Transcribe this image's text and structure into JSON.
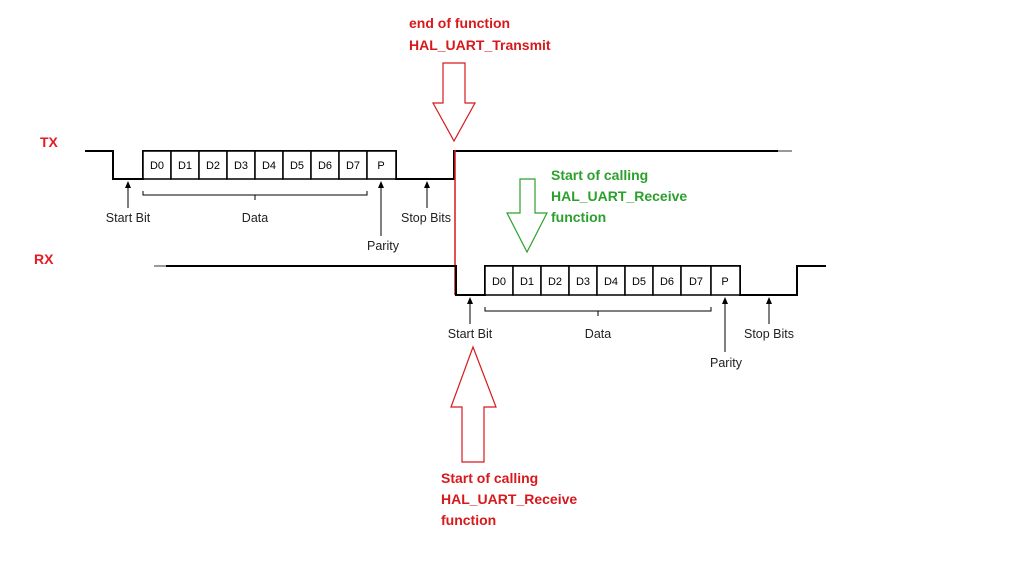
{
  "tx": {
    "channel": "TX",
    "cells": [
      "D0",
      "D1",
      "D2",
      "D3",
      "D4",
      "D5",
      "D6",
      "D7",
      "P"
    ],
    "start_bit": "Start Bit",
    "data": "Data",
    "parity": "Parity",
    "stop_bits": "Stop Bits"
  },
  "rx": {
    "channel": "RX",
    "cells": [
      "D0",
      "D1",
      "D2",
      "D3",
      "D4",
      "D5",
      "D6",
      "D7",
      "P"
    ],
    "start_bit": "Start Bit",
    "data": "Data",
    "parity": "Parity",
    "stop_bits": "Stop Bits"
  },
  "annotations": {
    "end_transmit": [
      "end of function",
      "HAL_UART_Transmit"
    ],
    "start_receive_green": [
      "Start of calling",
      "HAL_UART_Receive",
      "function"
    ],
    "start_receive_red": [
      "Start of calling",
      "HAL_UART_Receive",
      "function"
    ]
  },
  "colors": {
    "red": "#d7191c",
    "green": "#2ca02c",
    "signal": "#000000"
  }
}
